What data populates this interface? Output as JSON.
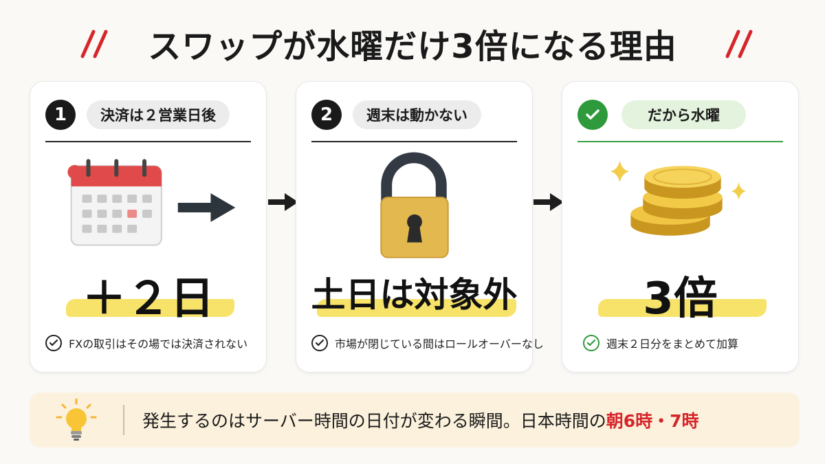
{
  "title": "スワップが水曜だけ3倍になる理由",
  "colors": {
    "accent_red": "#d6252a",
    "highlight_yellow": "#f6df5a",
    "success_green": "#2e9a3c",
    "bar_background": "#fbf1dc"
  },
  "cards": [
    {
      "number": "1",
      "heading": "決済は２営業日後",
      "icon": "calendar-icon",
      "big_text": "＋２日",
      "note": "FXの取引はその場では決済されない"
    },
    {
      "number": "2",
      "heading": "週末は動かない",
      "icon": "padlock-icon",
      "big_text": "土日は対象外",
      "note": "市場が閉じている間はロールオーバーなし"
    },
    {
      "number_icon": "check-icon",
      "heading": "だから水曜",
      "icon": "gold-coins-icon",
      "big_text": "3倍",
      "note": "週末２日分をまとめて加算"
    }
  ],
  "bottom_bar": {
    "icon": "lightbulb-icon",
    "text": "発生するのはサーバー時間の日付が変わる瞬間。日本時間の",
    "highlight": "朝6時・7時"
  }
}
